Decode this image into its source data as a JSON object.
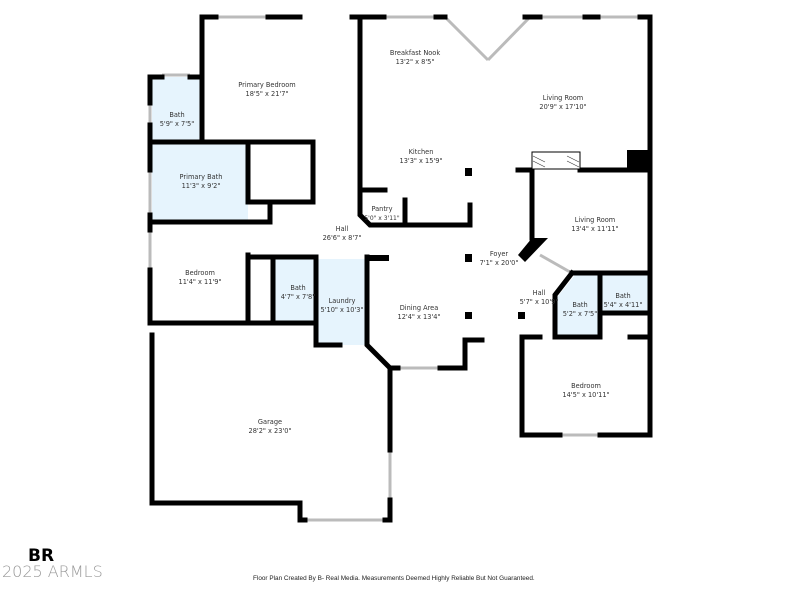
{
  "rooms": [
    {
      "name": "Primary Bedroom",
      "size": "18'5\" x 21'7\""
    },
    {
      "name": "Bath",
      "size": "5'9\" x 7'5\""
    },
    {
      "name": "Primary Bath",
      "size": "11'3\" x 9'2\""
    },
    {
      "name": "Bedroom",
      "size": "11'4\" x 11'9\""
    },
    {
      "name": "Hall",
      "size": "26'6\" x 8'7\""
    },
    {
      "name": "Bath",
      "size": "4'7\" x 7'8\""
    },
    {
      "name": "Laundry",
      "size": "5'10\" x 10'3\""
    },
    {
      "name": "Garage",
      "size": "28'2\" x 23'0\""
    },
    {
      "name": "Breakfast Nook",
      "size": "13'2\" x 8'5\""
    },
    {
      "name": "Kitchen",
      "size": "13'3\" x 15'9\""
    },
    {
      "name": "Pantry",
      "size": "5'0\" x 3'11\""
    },
    {
      "name": "Living Room",
      "size": "20'9\" x 17'10\""
    },
    {
      "name": "Living Room",
      "size": "13'4\" x 11'11\""
    },
    {
      "name": "Foyer",
      "size": "7'1\" x 20'0\""
    },
    {
      "name": "Dining Area",
      "size": "12'4\" x 13'4\""
    },
    {
      "name": "Hall",
      "size": "5'7\" x 10'9\""
    },
    {
      "name": "Bath",
      "size": "5'2\" x 7'5\""
    },
    {
      "name": "Bath",
      "size": "5'4\" x 4'11\""
    },
    {
      "name": "Bedroom",
      "size": "14'5\" x 10'11\""
    }
  ],
  "footer": {
    "disclaimer": "Floor Plan Created By B- Real Media. Measurements Deemed Highly Reliable But Not Guaranteed.",
    "logo": "BR",
    "watermark": "2025 ARMLS"
  },
  "colors": {
    "wet_room": "#e6f4fd",
    "wall": "#000000"
  }
}
